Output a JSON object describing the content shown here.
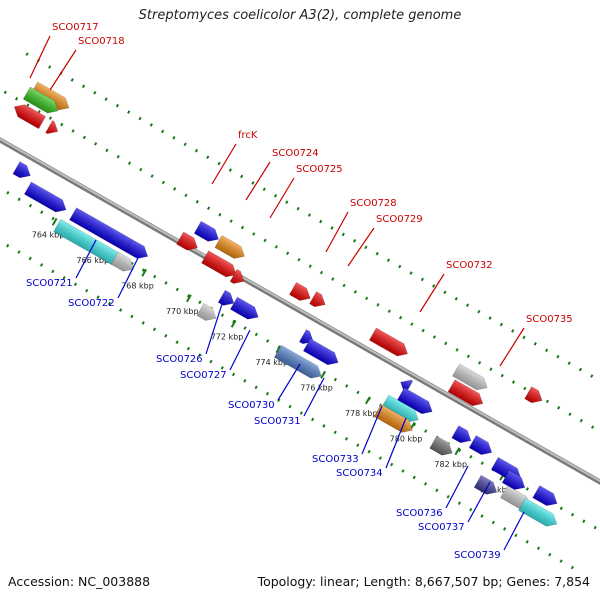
{
  "title": "Streptomyces coelicolor A3(2), complete genome",
  "accession": "Accession: NC_003888",
  "summary": "Topology: linear; Length: 8,667,507 bp; Genes: 7,854",
  "colors": {
    "top_label": "#cc0000",
    "bottom_label": "#0000cc",
    "blue": "#0a00e8",
    "red": "#ee0000",
    "orange": "#f08a10",
    "green": "#33c41a",
    "cyan": "#39e6e6",
    "gray": "#c8c8c8",
    "darkgray": "#6e6e6e",
    "steel": "#4f7ec8",
    "navy": "#3a3a9a",
    "tick": "#1a7a1a",
    "backbone": "#9a9a9a"
  },
  "ticks": [
    {
      "label": "764 kbp"
    },
    {
      "label": "766 kbp"
    },
    {
      "label": "768 kbp"
    },
    {
      "label": "770 kbp"
    },
    {
      "label": "772 kbp"
    },
    {
      "label": "774 kbp"
    },
    {
      "label": "776 kbp"
    },
    {
      "label": "778 kbp"
    },
    {
      "label": "780 kbp"
    },
    {
      "label": "782 kbp"
    },
    {
      "label": "784 kbp"
    }
  ],
  "top_labels": [
    "SCO0717",
    "SCO0718",
    "frcK",
    "SCO0724",
    "SCO0725",
    "SCO0728",
    "SCO0729",
    "SCO0732",
    "SCO0735"
  ],
  "bottom_labels": [
    "SCO0721",
    "SCO0722",
    "SCO0726",
    "SCO0727",
    "SCO0730",
    "SCO0731",
    "SCO0733",
    "SCO0734",
    "SCO0736",
    "SCO0737",
    "SCO0739"
  ]
}
